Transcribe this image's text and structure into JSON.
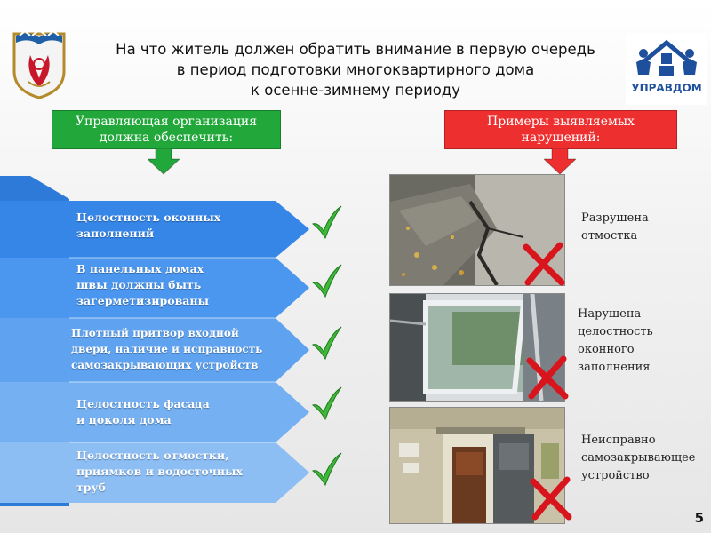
{
  "title": {
    "lines": [
      "На что житель должен обратить внимание в первую очередь",
      "в период подготовки многоквартирного дома",
      "к осенне-зимнему периоду"
    ]
  },
  "logo": {
    "label": "УПРАВДОМ",
    "color": "#1e4f9c"
  },
  "left_header": {
    "lines": [
      "Управляющая организация",
      "должна обеспечить:"
    ],
    "color": "#22a83a"
  },
  "right_header": {
    "lines": [
      "Примеры  выявляемых",
      "нарушений:"
    ],
    "color": "#ee2f2f"
  },
  "items": [
    {
      "lines": [
        "Целостность оконных",
        "заполнений"
      ]
    },
    {
      "lines": [
        "В панельных домах",
        "швы должны быть",
        "загерметизированы"
      ]
    },
    {
      "lines": [
        "Плотный притвор входной",
        "двери, наличие и исправность",
        "самозакрывающих  устройств"
      ]
    },
    {
      "lines": [
        "Целостность фасада",
        "и цоколя дома"
      ]
    },
    {
      "lines": [
        "Целостность отмостки,",
        "приямков и водосточных",
        "труб"
      ]
    }
  ],
  "examples": [
    {
      "lines": [
        "Разрушена",
        "отмостка"
      ]
    },
    {
      "lines": [
        "Нарушена",
        "целостность",
        "оконного",
        "заполнения"
      ]
    },
    {
      "lines": [
        "Неисправно",
        "самозакрывающее",
        "устройство"
      ]
    }
  ],
  "page_number": "5",
  "icons": {
    "check": "check-icon",
    "cross": "cross-icon",
    "coat_of_arms": "coat-of-arms-icon"
  }
}
